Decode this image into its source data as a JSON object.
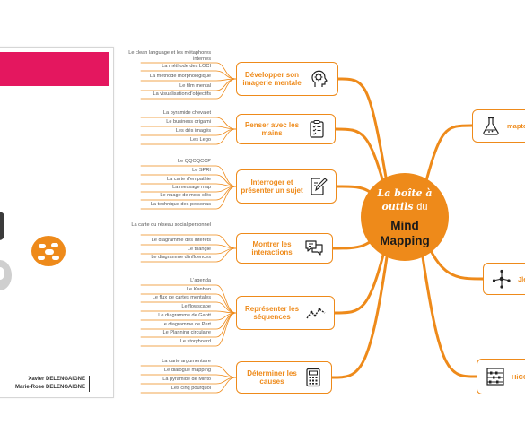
{
  "book": {
    "authors": [
      "Xavier DELENGAIGNE",
      "Marie-Rose DELENGAIGNE"
    ],
    "colors": {
      "band": "#e4175f",
      "logo": "#ee8a1a"
    }
  },
  "hub": {
    "line1": "La boîte à",
    "line2_script": "outils",
    "line2_plain": "du",
    "line3": "Mind",
    "line4": "Mapping",
    "color": "#ee8a1a"
  },
  "categories": [
    {
      "id": "imagerie",
      "label": "Développer son imagerie mentale",
      "icon": "brain-head-icon",
      "leaves": [
        "Le clean language et les métaphores internes",
        "La méthode des LOCI",
        "La méthode morphologique",
        "Le film mental",
        "La visualisation d'objectifs"
      ]
    },
    {
      "id": "mains",
      "label": "Penser avec les mains",
      "icon": "clipboard-icon",
      "leaves": [
        "La pyramide chevalet",
        "Le business origami",
        "Les dés imagés",
        "Les Lego"
      ]
    },
    {
      "id": "sujet",
      "label": "Interroger et présenter un sujet",
      "icon": "edit-document-icon",
      "leaves": [
        "Le QQOQCCP",
        "Le SPRI",
        "La carte d'empathie",
        "La message map",
        "Le nuage de mots-clés",
        "La technique des personas"
      ]
    },
    {
      "id": "interactions",
      "label": "Montrer les interactions",
      "icon": "speech-bubbles-icon",
      "leaves": [
        "La carte du réseau social personnel",
        "Le diagramme des intérêts",
        "Le triangle",
        "Le diagramme d'influences"
      ]
    },
    {
      "id": "sequences",
      "label": "Représenter les séquences",
      "icon": "line-chart-icon",
      "leaves": [
        "L'agenda",
        "Le Kanban",
        "Le flux de cartes mentales",
        "Le flowscape",
        "Le diagramme de Gantt",
        "Le diagramme de Pert",
        "Le Planning circulaire",
        "Le storyboard"
      ]
    },
    {
      "id": "causes",
      "label": "Déterminer les causes",
      "icon": "calculator-icon",
      "leaves": [
        "La carte argumentaire",
        "Le dialogue mapping",
        "La pyramide de Minto",
        "Les cinq pourquoi"
      ]
    }
  ],
  "right_categories": [
    {
      "id": "r1",
      "label_lines": [
        "map",
        "tou"
      ],
      "icon": "flask-icon"
    },
    {
      "id": "r2",
      "label_lines": [
        "J",
        "le"
      ],
      "icon": "network-icon"
    },
    {
      "id": "r3",
      "label_lines": [
        "Hi",
        "C",
        "C"
      ],
      "icon": "abacus-icon"
    }
  ]
}
